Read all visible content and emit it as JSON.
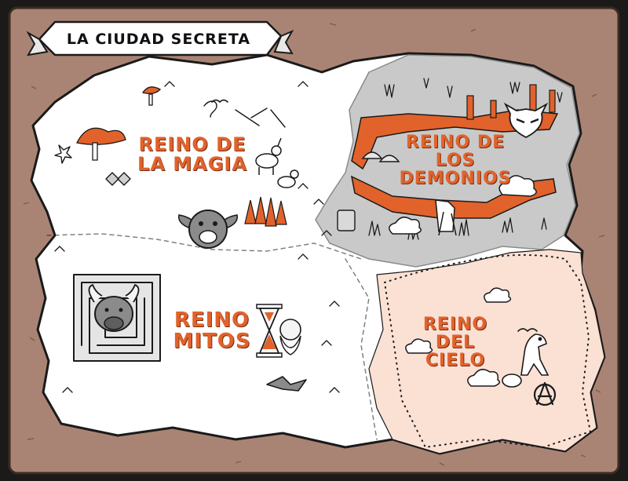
{
  "map": {
    "title": "La Ciudad Secreta",
    "regions": [
      {
        "id": "magia",
        "lines": [
          "Reino de",
          "la Magia"
        ]
      },
      {
        "id": "demonios",
        "lines": [
          "Reino de los",
          "Demonios"
        ]
      },
      {
        "id": "mitos",
        "lines": [
          "Reino",
          "Mitos"
        ]
      },
      {
        "id": "cielo",
        "lines": [
          "Reino",
          "del Cielo"
        ]
      }
    ],
    "colors": {
      "parchment": "#a98474",
      "border": "#1c1a18",
      "land": "#ffffff",
      "demon_land": "#c9c9c9",
      "sky_land": "#fbe0d4",
      "accent": "#e2622b",
      "ink": "#1a1a1a"
    },
    "icons": [
      "minotaur-icon",
      "hourglass-icon",
      "wizard-icon",
      "goblin-icon",
      "unicorn-icon",
      "demon-mask-icon",
      "dinosaur-icon",
      "anarchy-symbol-icon",
      "maze-icon",
      "mushroom-icon",
      "pine-trees-icon",
      "cloud-icon",
      "bird-icon",
      "camp-icon",
      "throne-icon"
    ]
  }
}
